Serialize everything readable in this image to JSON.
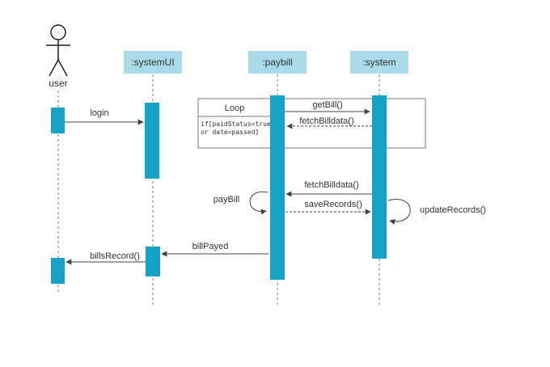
{
  "colors": {
    "activation": "#14a3c7",
    "header_fill": "#a9dbe8",
    "line": "#444444",
    "frame": "#777777",
    "text": "#333333"
  },
  "participants": {
    "user": {
      "label": "user",
      "kind": "actor"
    },
    "systemui": {
      "label": ":systemUI"
    },
    "paybill": {
      "label": ":paybill"
    },
    "system": {
      "label": ":system"
    }
  },
  "loop": {
    "label": "Loop",
    "guard_line1": "if[paidStatus=true",
    "guard_line2": "or date=passed]"
  },
  "messages": {
    "login": "login",
    "getbill": "getBill()",
    "fetch1": "fetchBilldata()",
    "fetch2": "fetchBilldata()",
    "paybill": "payBill",
    "saverecords": "saveRecords()",
    "updaterecords": "updateRecords()",
    "billpayed": "billPayed",
    "billsrecord": "billsRecord()"
  }
}
